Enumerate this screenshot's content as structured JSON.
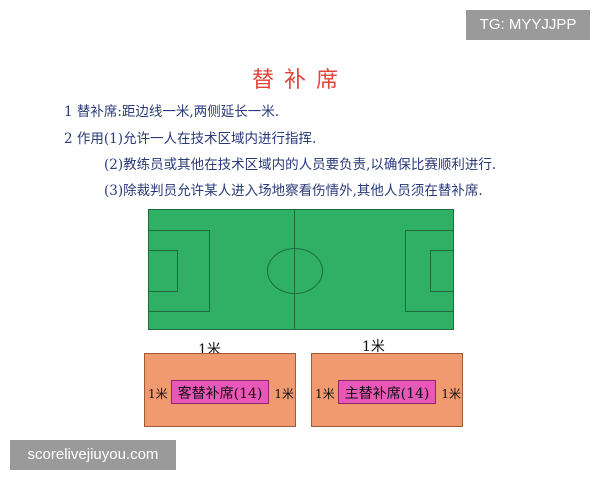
{
  "watermarks": {
    "top": "TG: MYYJJPP",
    "bottom": "scorelivejiuyou.com"
  },
  "title": "替补席",
  "rules": [
    "1 替补席:距边线一米,两侧延长一米.",
    "2 作用(1)允许一人在技术区域内进行指挥.",
    "(2)教练员或其他在技术区域内的人员要负责,以确保比赛顺利进行.",
    "(3)除裁判员允许某人进入场地察看伤情外,其他人员须在替补席."
  ],
  "diagram": {
    "distance_label_left": "1米",
    "distance_label_right": "1米",
    "away_bench": {
      "label": "客替补席(14)",
      "left_extension": "1米",
      "right_extension": "1米"
    },
    "home_bench": {
      "label": "主替补席(14)",
      "left_extension": "1米",
      "right_extension": "1米"
    },
    "colors": {
      "field": "#2fb065",
      "bench": "#f29a6f",
      "bench_inner": "#e957b8",
      "title": "#e0463a"
    }
  }
}
